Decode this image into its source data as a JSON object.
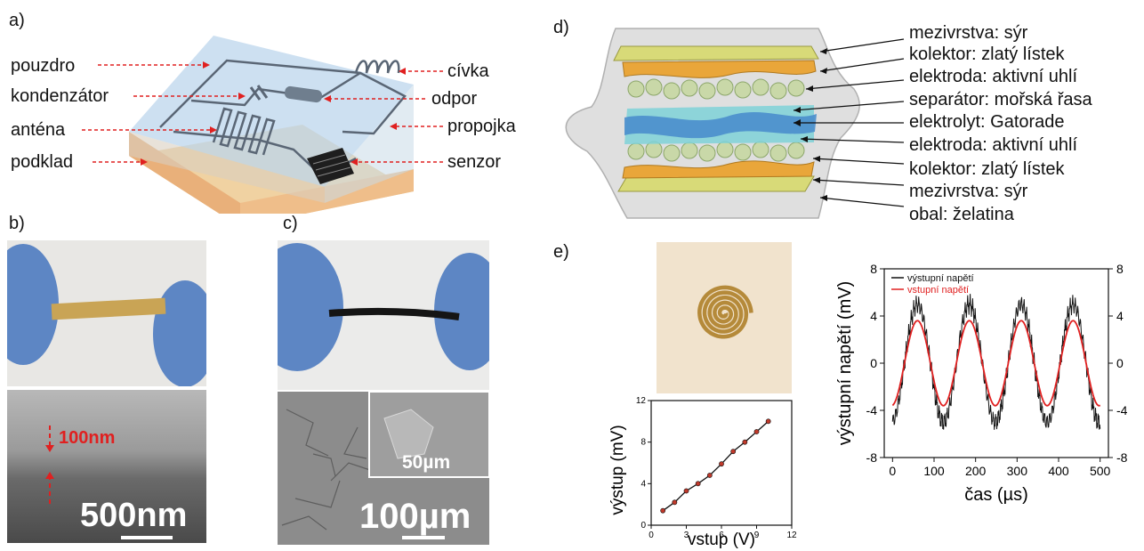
{
  "panels": {
    "a": "a)",
    "b": "b)",
    "c": "c)",
    "d": "d)",
    "e": "e)"
  },
  "panel_a": {
    "left_labels": [
      "pouzdro",
      "kondenzátor",
      "anténa",
      "podklad"
    ],
    "right_labels": [
      "cívka",
      "odpor",
      "propojka",
      "senzor"
    ]
  },
  "panel_b": {
    "annotation": "100nm",
    "scalebar": "500nm"
  },
  "panel_c": {
    "inset_scale": "50µm",
    "scalebar": "100µm"
  },
  "panel_d": {
    "layers": [
      "mezivrstva: sýr",
      "kolektor: zlatý lístek",
      "elektroda: aktivní uhlí",
      "separátor: mořská řasa",
      "elektrolyt: Gatorade",
      "elektroda: aktivní uhlí",
      "kolektor: zlatý lístek",
      "mezivrstva: sýr",
      "obal: želatina"
    ]
  },
  "colors": {
    "arrow_red": "#e02020",
    "glove_blue": "#5d86c4",
    "gold": "#c9a455",
    "series_input": "#e02020",
    "series_output": "#111111"
  },
  "chart_data": [
    {
      "type": "line",
      "xlabel": "vstup (V)",
      "ylabel": "výstup (mV)",
      "xlim": [
        0,
        12
      ],
      "ylim": [
        0,
        12
      ],
      "xticks": [
        0,
        3,
        6,
        9,
        12
      ],
      "yticks": [
        0,
        4,
        8,
        12
      ],
      "series": [
        {
          "x": [
            1,
            2,
            3,
            4,
            5,
            6,
            7,
            8,
            9,
            10
          ],
          "values": [
            1.4,
            2.2,
            3.3,
            4.0,
            4.8,
            5.9,
            7.1,
            8.0,
            9.0,
            10.0
          ]
        }
      ]
    },
    {
      "type": "line",
      "xlabel": "čas (µs)",
      "ylabel": "výstupní napětí (mV)",
      "xlim": [
        -20,
        520
      ],
      "ylim": [
        -8,
        8
      ],
      "xticks": [
        0,
        100,
        200,
        300,
        400,
        500
      ],
      "yticks_left": [
        -8,
        -4,
        0,
        4,
        8
      ],
      "yticks_right": [
        -8,
        -4,
        0,
        4,
        8
      ],
      "legend": "top-left",
      "series": [
        {
          "name": "výstupní napětí",
          "amplitude": 5.0,
          "period_us": 125,
          "peak_at_us": 60,
          "color": "#111111"
        },
        {
          "name": "vstupní napětí",
          "amplitude": 3.6,
          "period_us": 125,
          "peak_at_us": 60,
          "color": "#e02020"
        }
      ]
    }
  ]
}
